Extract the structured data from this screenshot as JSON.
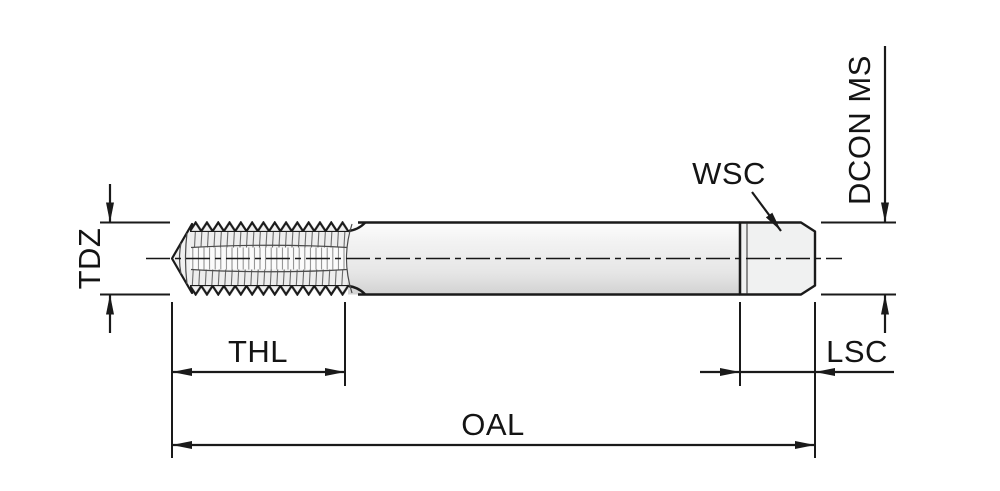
{
  "diagram": {
    "type": "technical-dimension-drawing",
    "subject": "machine-tap-side-view",
    "labels": {
      "tdz": "TDZ",
      "thl": "THL",
      "oal": "OAL",
      "wsc": "WSC",
      "dcon_ms": "DCON MS",
      "lsc": "LSC"
    },
    "colors": {
      "line": "#1a1a1a",
      "background": "#ffffff",
      "body_fill": "#ededed"
    }
  }
}
